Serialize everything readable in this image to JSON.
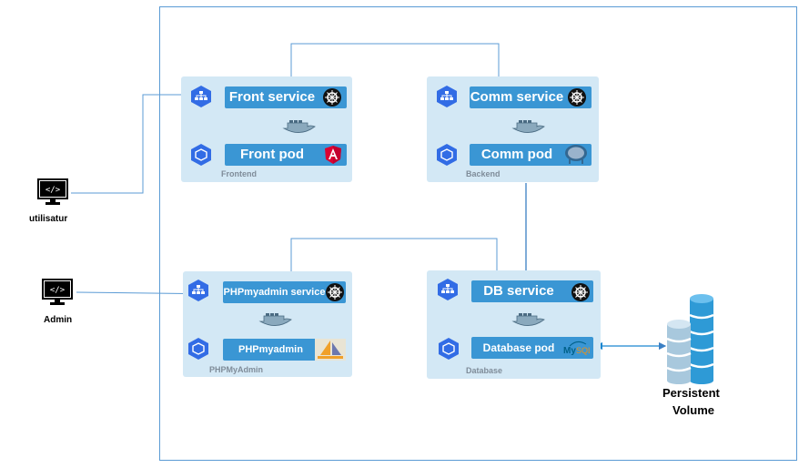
{
  "users": {
    "utilisateur": "utilisatur",
    "admin": "Admin"
  },
  "groups": {
    "frontend": {
      "label": "Frontend",
      "service": "Front service",
      "pod": "Front pod"
    },
    "backend": {
      "label": "Backend",
      "service": "Comm service",
      "pod": "Comm pod"
    },
    "phpmyadmin": {
      "label": "PHPMyAdmin",
      "service": "PHPmyadmin service",
      "pod": "PHPmyadmin"
    },
    "database": {
      "label": "Database",
      "service": "DB service",
      "pod": "Database pod"
    }
  },
  "storage": {
    "line1": "Persistent",
    "line2": "Volume"
  },
  "icons": {
    "service": "k8s-service-hex-icon",
    "pod": "k8s-pod-hex-icon",
    "helm": "kubernetes-wheel-icon",
    "angular": "angular-icon",
    "mysql": "mysql-icon",
    "postgres": "postgres-elephant-icon",
    "phpmyadmin": "phpmyadmin-sail-icon",
    "monitor": "code-monitor-icon",
    "database": "database-cylinder-icon"
  },
  "colors": {
    "accent": "#3a96d4",
    "group_bg": "#d3e8f5",
    "wire": "#5b9bd5",
    "hex": "#326ce5"
  }
}
